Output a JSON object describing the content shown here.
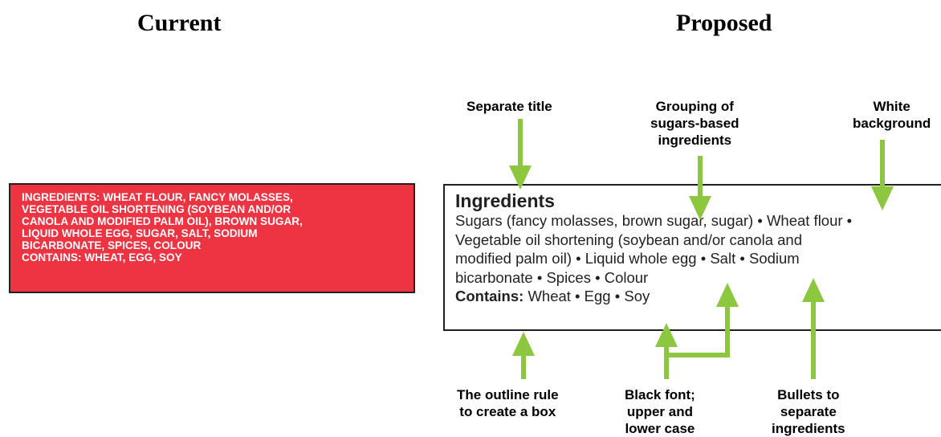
{
  "headings": {
    "current": "Current",
    "proposed": "Proposed"
  },
  "current_label": {
    "lines": [
      "INGREDIENTS: WHEAT FLOUR, FANCY MOLASSES,",
      "VEGETABLE OIL SHORTENING (SOYBEAN AND/OR",
      "CANOLA AND MODIFIED PALM OIL), BROWN SUGAR,",
      "LIQUID WHOLE EGG, SUGAR, SALT, SODIUM",
      "BICARBONATE, SPICES, COLOUR",
      "CONTAINS: WHEAT, EGG, SOY"
    ],
    "background_color": "#ee3342",
    "text_color": "#ffffff"
  },
  "proposed_label": {
    "title": "Ingredients",
    "lines": [
      "Sugars (fancy molasses, brown sugar, sugar) • Wheat flour •",
      "Vegetable oil shortening (soybean and/or canola and",
      "modified palm oil) • Liquid whole egg • Salt • Sodium",
      "bicarbonate • Spices • Colour"
    ],
    "contains_label": "Contains:",
    "contains_items": "Wheat • Egg • Soy"
  },
  "annotations": {
    "separate_title": [
      "Separate title"
    ],
    "grouping": [
      "Grouping of",
      "sugars-based",
      "ingredients"
    ],
    "white_background": [
      "White",
      "background"
    ],
    "outline_rule": [
      "The outline rule",
      "to create a box"
    ],
    "black_font": [
      "Black font;",
      "upper and",
      "lower case"
    ],
    "bullets": [
      "Bullets to",
      "separate",
      "ingredients"
    ]
  },
  "colors": {
    "arrow": "#8dc63f",
    "border": "#231f20"
  }
}
